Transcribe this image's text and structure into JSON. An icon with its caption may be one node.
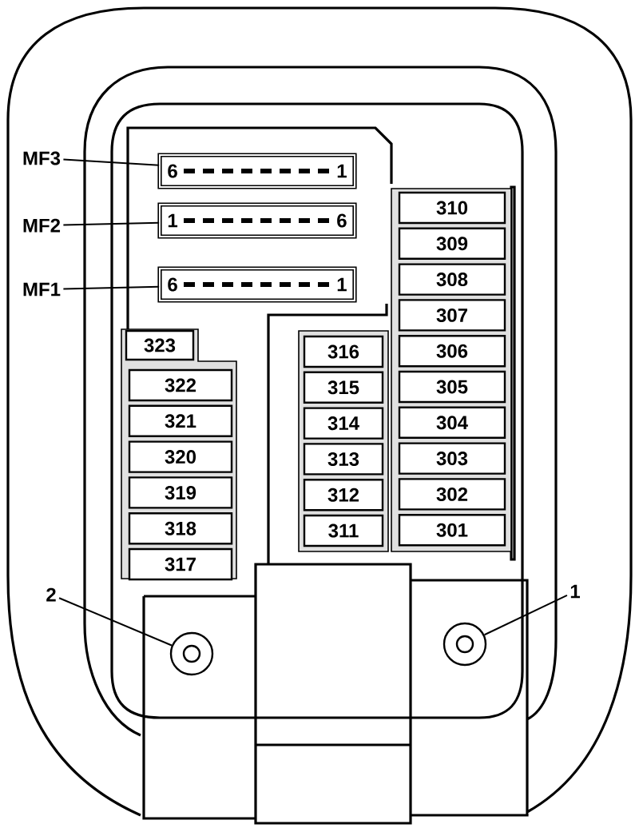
{
  "diagram": {
    "nodes": [
      {
        "text": [
          "MF3"
        ]
      },
      {
        "text": [
          "6",
          "1"
        ]
      },
      {
        "text": [
          "MF2"
        ]
      },
      {
        "text": [
          "1",
          "6"
        ]
      },
      {
        "text": [
          "MF1"
        ]
      },
      {
        "text": [
          "6",
          "1"
        ]
      },
      {
        "text": [
          "310"
        ]
      },
      {
        "text": [
          "309"
        ]
      },
      {
        "text": [
          "308"
        ]
      },
      {
        "text": [
          "307"
        ]
      },
      {
        "text": [
          "306"
        ]
      },
      {
        "text": [
          "305"
        ]
      },
      {
        "text": [
          "304"
        ]
      },
      {
        "text": [
          "303"
        ]
      },
      {
        "text": [
          "302"
        ]
      },
      {
        "text": [
          "301"
        ]
      },
      {
        "text": [
          "316"
        ]
      },
      {
        "text": [
          "315"
        ]
      },
      {
        "text": [
          "314"
        ]
      },
      {
        "text": [
          "313"
        ]
      },
      {
        "text": [
          "312"
        ]
      },
      {
        "text": [
          "311"
        ]
      },
      {
        "text": [
          "323"
        ]
      },
      {
        "text": [
          "322"
        ]
      },
      {
        "text": [
          "321"
        ]
      },
      {
        "text": [
          "320"
        ]
      },
      {
        "text": [
          "319"
        ]
      },
      {
        "text": [
          "318"
        ]
      },
      {
        "text": [
          "317"
        ]
      },
      {
        "text": [
          "2"
        ]
      },
      {
        "text": [],
        "shape": "circle"
      },
      {
        "text": [
          "1"
        ]
      },
      {
        "text": [],
        "shape": "circle"
      }
    ],
    "edges": [
      {
        "from": 0,
        "to": 1,
        "arrow": "none"
      },
      {
        "from": 2,
        "to": 3,
        "arrow": "none"
      },
      {
        "from": 4,
        "to": 5,
        "arrow": "none"
      },
      {
        "from": 29,
        "to": 30,
        "arrow": "none"
      },
      {
        "from": 31,
        "to": 32,
        "arrow": "none"
      }
    ]
  }
}
